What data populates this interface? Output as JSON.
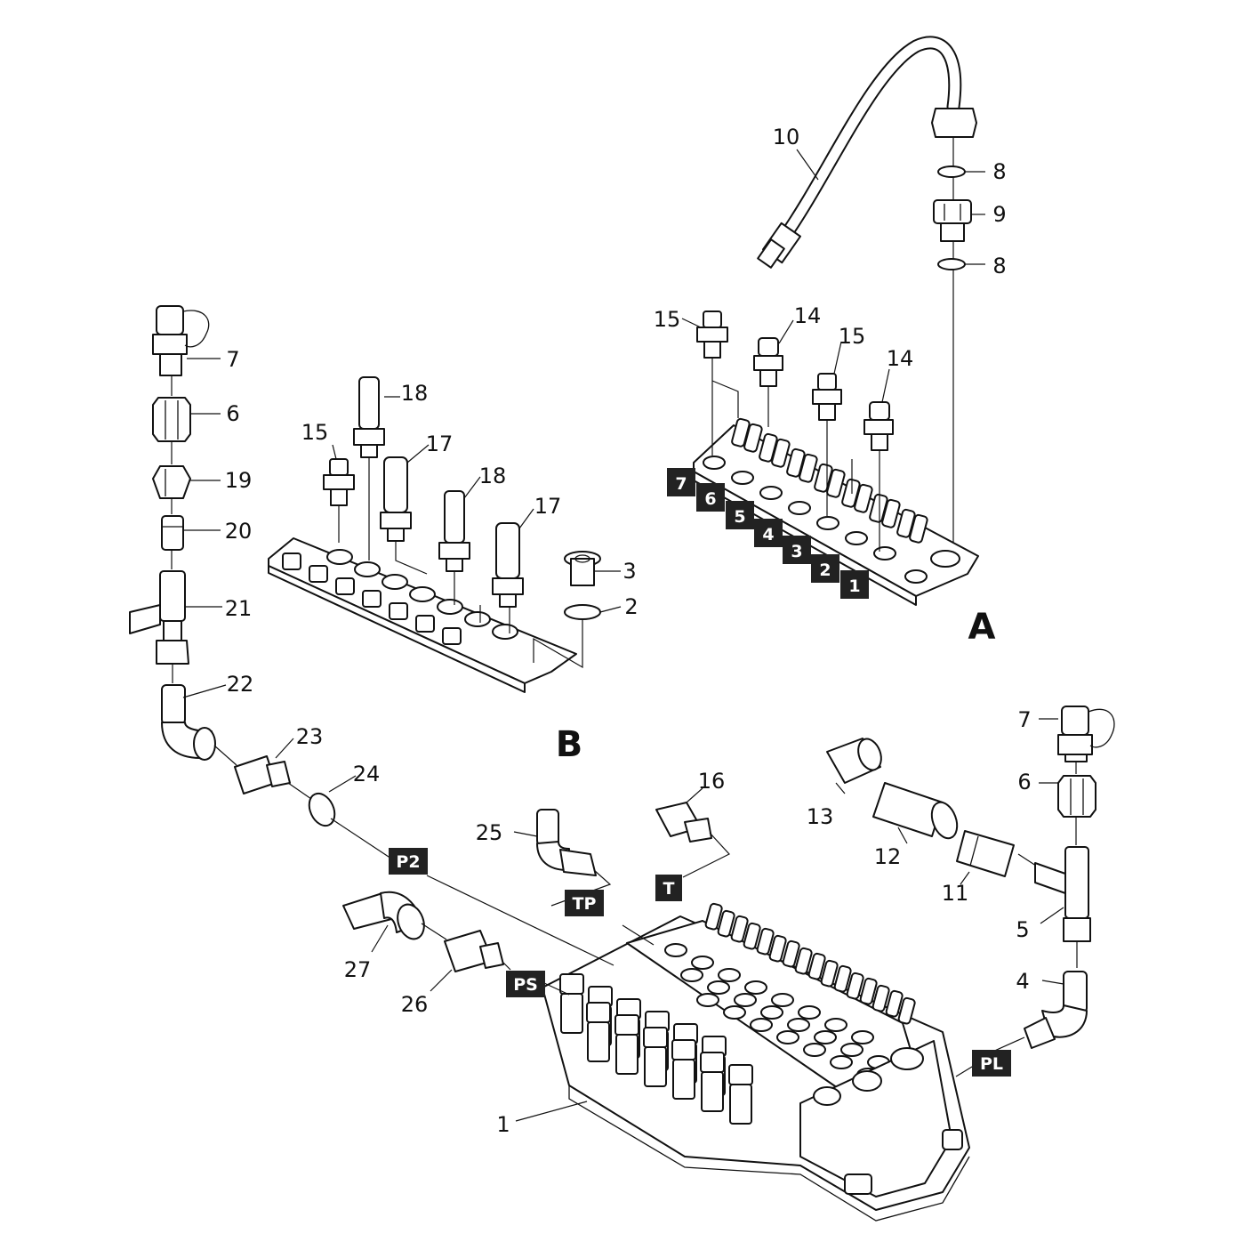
{
  "callouts": [
    {
      "text": "10"
    },
    {
      "text": "8"
    },
    {
      "text": "9"
    },
    {
      "text": "8"
    },
    {
      "text": "15"
    },
    {
      "text": "14"
    },
    {
      "text": "15"
    },
    {
      "text": "14"
    },
    {
      "text": "7"
    },
    {
      "text": "6"
    },
    {
      "text": "19"
    },
    {
      "text": "20"
    },
    {
      "text": "21"
    },
    {
      "text": "22"
    },
    {
      "text": "18"
    },
    {
      "text": "17"
    },
    {
      "text": "18"
    },
    {
      "text": "17"
    },
    {
      "text": "15"
    },
    {
      "text": "3"
    },
    {
      "text": "2"
    },
    {
      "text": "23"
    },
    {
      "text": "24"
    },
    {
      "text": "25"
    },
    {
      "text": "16"
    },
    {
      "text": "13"
    },
    {
      "text": "12"
    },
    {
      "text": "11"
    },
    {
      "text": "7"
    },
    {
      "text": "6"
    },
    {
      "text": "5"
    },
    {
      "text": "4"
    },
    {
      "text": "27"
    },
    {
      "text": "26"
    },
    {
      "text": "1"
    }
  ],
  "section_tags": [
    {
      "text": "7"
    },
    {
      "text": "6"
    },
    {
      "text": "5"
    },
    {
      "text": "4"
    },
    {
      "text": "3"
    },
    {
      "text": "2"
    },
    {
      "text": "1"
    }
  ],
  "port_tags": [
    {
      "text": "P2"
    },
    {
      "text": "TP"
    },
    {
      "text": "T"
    },
    {
      "text": "PS"
    },
    {
      "text": "PL"
    }
  ],
  "views": [
    {
      "text": "A"
    },
    {
      "text": "B"
    }
  ]
}
